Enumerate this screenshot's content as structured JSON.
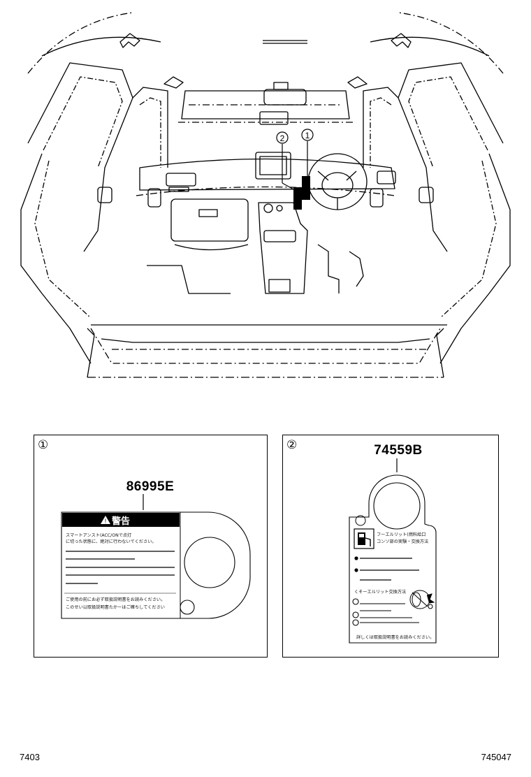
{
  "callouts": [
    {
      "number": "1",
      "glyph": "①"
    },
    {
      "number": "2",
      "glyph": "②"
    }
  ],
  "panels": [
    {
      "glyph": "①",
      "part_number": "86995E",
      "label": {
        "header": "警告",
        "line1": "スマートアンスト(ACC/ONで点灯",
        "line2": "に切った状態に、絶対に行わないでください。",
        "footer1": "ご使用の前にお必ず取扱説明書をお読みください。",
        "footer2": "このせい以取扱説明書たかーはご確ちしてください"
      }
    },
    {
      "glyph": "②",
      "part_number": "74559B",
      "label": {
        "line1": "フーエルリット(燃料給口",
        "line2": "コンソ部の実験・交換方法",
        "line3": "くそーエルリット交換方法",
        "footer": "詳しくは取扱説明書をお読みください。"
      }
    }
  ],
  "footer": {
    "left": "7403",
    "right": "745047"
  }
}
